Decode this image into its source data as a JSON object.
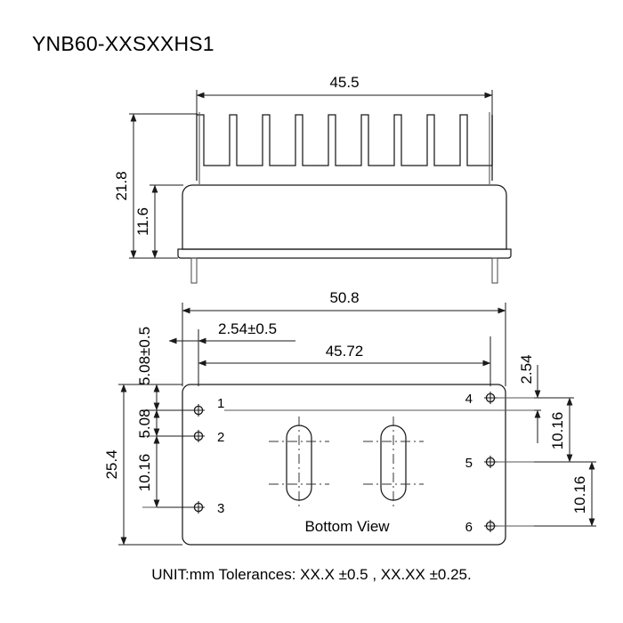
{
  "title": "YNB60-XXSXXHS1",
  "footer": "UNIT:mm Tolerances: XX.X ±0.5 , XX.XX ±0.25.",
  "colors": {
    "line": "#1a1a1a",
    "thin": "#555555",
    "background": "#ffffff",
    "text": "#000000"
  },
  "front_view": {
    "name": "front-elevation",
    "dimensions": {
      "width_overall": "45.5",
      "height_overall": "21.8",
      "height_body": "11.6"
    },
    "fin_count": 9,
    "slot_count": 8
  },
  "bottom_view": {
    "name": "bottom-view",
    "label": "Bottom View",
    "dimensions": {
      "width_overall": "50.8",
      "pin_row_span": "45.72",
      "edge_to_pin": "2.54±0.5",
      "top_edge_offset": "5.08±0.5",
      "height_overall": "25.4",
      "pin1_to_pin2": "5.08",
      "pin2_to_pin3": "10.16",
      "right_top_offset": "2.54",
      "pin4_to_pin5": "10.16",
      "pin5_to_pin6": "10.16"
    },
    "pins": [
      {
        "number": "1",
        "side": "left"
      },
      {
        "number": "2",
        "side": "left"
      },
      {
        "number": "3",
        "side": "left"
      },
      {
        "number": "4",
        "side": "right"
      },
      {
        "number": "5",
        "side": "right"
      },
      {
        "number": "6",
        "side": "right"
      }
    ],
    "slots": 2
  }
}
